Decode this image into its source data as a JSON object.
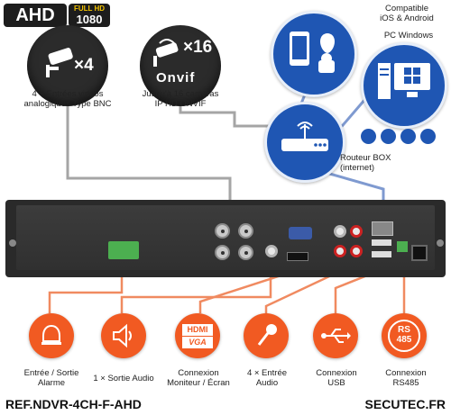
{
  "badge": {
    "ahd": "AHD",
    "fullhd_top": "FULL HD",
    "fullhd_bottom": "1080"
  },
  "features": {
    "cams_analog": {
      "count": "×4",
      "caption_line1": "4 × Entrées vidéos",
      "caption_line2": "analogiques Type BNC"
    },
    "cams_ip": {
      "count": "×16",
      "protocol": "Onvif",
      "caption_line1": "Jusqu'à 16 caméras",
      "caption_line2": "IP HD ONVIF"
    }
  },
  "compat": {
    "line1": "Compatible",
    "line2": "iOS & Android",
    "pc": "PC Windows"
  },
  "router": {
    "line1": "Routeur BOX",
    "line2": "(internet)"
  },
  "connectors": [
    {
      "icon": "bell-icon",
      "line1": "Entrée / Sortie",
      "line2": "Alarme"
    },
    {
      "icon": "speaker-icon",
      "line1": "1 × Sortie Audio",
      "line2": ""
    },
    {
      "icon": "hdmi-vga-icon",
      "line1": "Connexion",
      "line2": "Moniteur / Écran",
      "badge_top": "HDMI",
      "badge_bottom": "VGA"
    },
    {
      "icon": "microphone-icon",
      "line1": "4 × Entrée",
      "line2": "Audio"
    },
    {
      "icon": "usb-icon",
      "line1": "Connexion",
      "line2": "USB"
    },
    {
      "icon": "rs485-icon",
      "line1": "Connexion",
      "line2": "RS485",
      "badge_top": "RS",
      "badge_bottom": "485"
    }
  ],
  "footer": {
    "ref": "REF.NDVR-4CH-F-AHD",
    "brand": "SECUTEC.FR"
  },
  "colors": {
    "orange": "#f15a22",
    "blue": "#1f56b3",
    "dark": "#2b2b2b"
  }
}
